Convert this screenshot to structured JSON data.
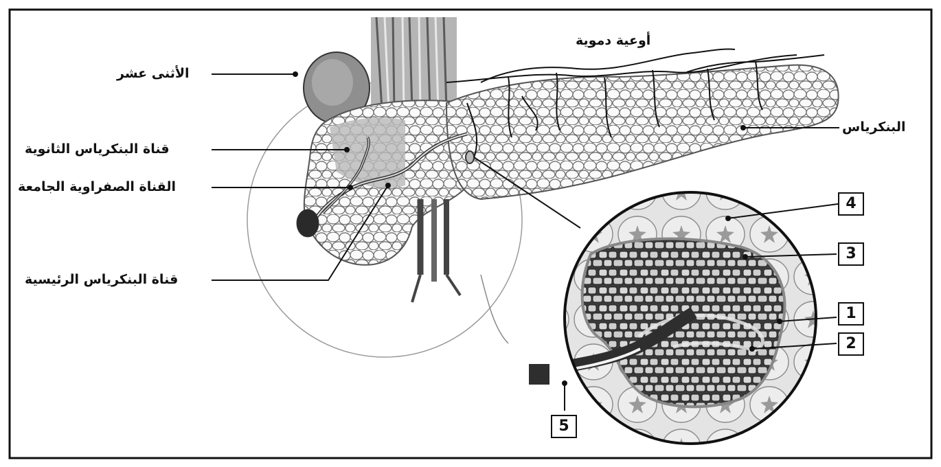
{
  "labels": {
    "duodenum": "الأثنى عشر",
    "blood_vessels": "أوعية دموية",
    "pancreas": "البنكرياس",
    "accessory_duct": "قناة البنكرياس الثانوية",
    "common_bile_duct": "القناة الصفراوية الجامعة",
    "main_duct": "قناة البنكرياس الرئيسية"
  },
  "numbers": [
    "1",
    "2",
    "3",
    "4",
    "5"
  ]
}
